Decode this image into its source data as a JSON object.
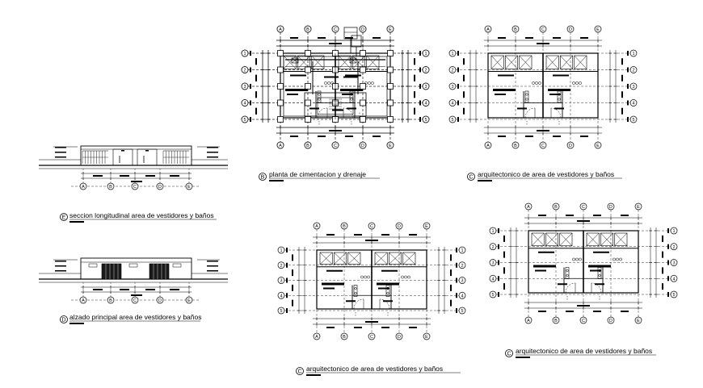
{
  "drawings": [
    {
      "id": "section",
      "tag": "E",
      "title": "seccion longitudinal  area de vestidores y baños"
    },
    {
      "id": "elevation",
      "tag": "D",
      "title": "alzado principal area de vestidores y baños"
    },
    {
      "id": "foundation-plan",
      "tag": "B",
      "title": "planta de cimentacion y drenaje"
    },
    {
      "id": "arch-plan-1",
      "tag": "C",
      "title": "arquitectonico  de area de vestidores y baños"
    },
    {
      "id": "arch-plan-2",
      "tag": "C",
      "title": "arquitectonico  de area de vestidores y baños"
    },
    {
      "id": "arch-plan-3",
      "tag": "C",
      "title": "arquitectonico  de area de vestidores y baños"
    }
  ],
  "grid_labels": {
    "columns": [
      "A",
      "B",
      "C",
      "D",
      "E"
    ],
    "rows": [
      "1",
      "2",
      "3",
      "4",
      "5"
    ]
  },
  "colors": {
    "line": "#000000",
    "background": "#ffffff"
  }
}
